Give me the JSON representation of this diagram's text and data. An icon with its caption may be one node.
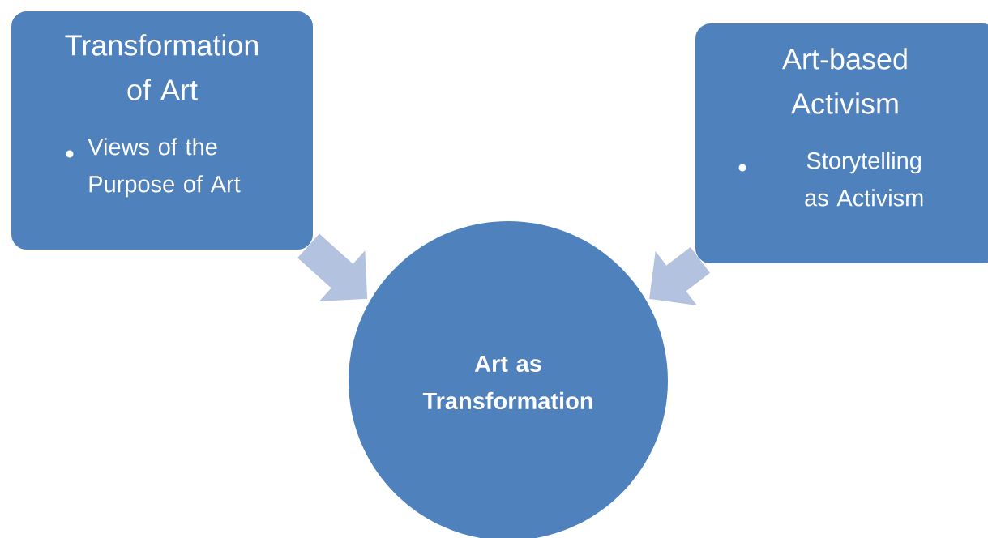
{
  "diagram": {
    "nodes": [
      {
        "text": [
          "Transformation of Art",
          "Views of the Purpose of Art"
        ]
      },
      {
        "text": [
          "Art-based Activism",
          "Storytelling as Activism"
        ]
      },
      {
        "text": [
          "Art as Transformation"
        ]
      }
    ],
    "edges": [
      {
        "from": 0,
        "to": 2,
        "arrow": "to"
      },
      {
        "from": 1,
        "to": 2,
        "arrow": "to"
      }
    ]
  }
}
